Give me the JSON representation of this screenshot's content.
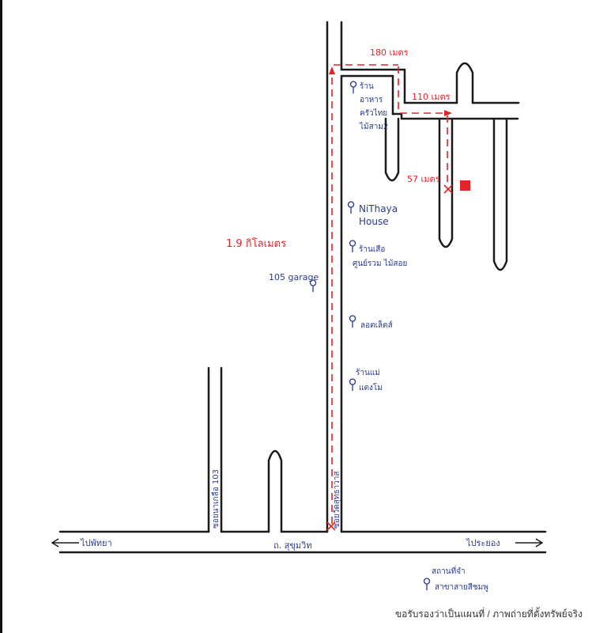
{
  "distances": {
    "top": "180 เมตร",
    "right": "110 เมตร",
    "side": "57 เมตร",
    "main": "1.9 กิโลเมตร"
  },
  "landmarks": {
    "garage": "105 garage",
    "nithaya_1": "NiThaya",
    "nithaya_2": "House",
    "restaurant_1": "ร้าน",
    "restaurant_2": "อาหาร",
    "restaurant_3": "ครัวไทย",
    "restaurant_4": "ไม้สาม2",
    "school_1": "ร้านเสือ",
    "school_2": "ศูนย์รวม ไม้สอย",
    "lotus": "ลอตเล็ตส์",
    "hotel_1": "ร้านแม่",
    "hotel_2": "แตงโม",
    "bottom_1": "สถานที่จำ",
    "bottom_2": "สาขาสายสีชมพู"
  },
  "roads": {
    "main_road": "ถ. สุขุมวิท",
    "left_direction": "ไปพัทยา",
    "right_direction": "ไประยอง",
    "soi_left": "ซอยนาเกลือ 103",
    "soi_main": "ซอยวัดสุทธาวาส"
  },
  "footer": "ขอรับรองว่าเป็นแผนที่ / ภาพถ่ายที่ตั้งทรัพย์จริง",
  "colors": {
    "ink": "#2b3a8f",
    "route": "#e0252a",
    "road": "#1a1a1a"
  }
}
